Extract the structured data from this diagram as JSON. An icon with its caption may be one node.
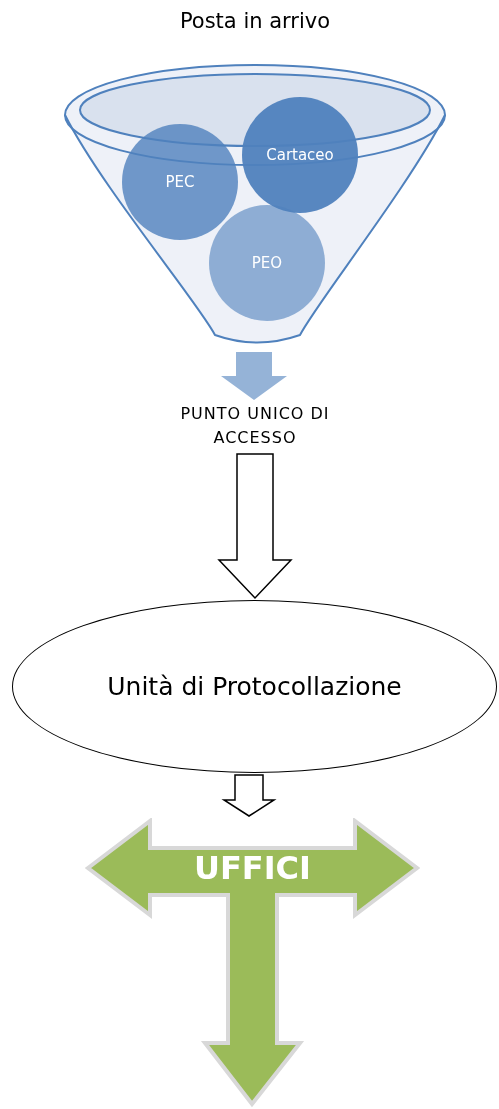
{
  "diagram": {
    "nodes": [
      {
        "text": [
          "Posta in arrivo"
        ]
      },
      {
        "text": [
          "PEC"
        ],
        "in": 0
      },
      {
        "text": [
          "Cartaceo"
        ],
        "in": 0
      },
      {
        "text": [
          "PEO"
        ],
        "in": 0
      },
      {
        "text": [
          "PUNTO UNICO DI ACCESSO"
        ]
      },
      {
        "text": [
          "Unità di Protocollazione"
        ]
      },
      {
        "text": [
          "UFFICI"
        ]
      }
    ],
    "edges": [
      {
        "from": 0,
        "to": 4,
        "arrow": "to"
      },
      {
        "from": 4,
        "to": 5,
        "arrow": "to"
      },
      {
        "from": 5,
        "to": 6,
        "arrow": "to"
      }
    ]
  }
}
